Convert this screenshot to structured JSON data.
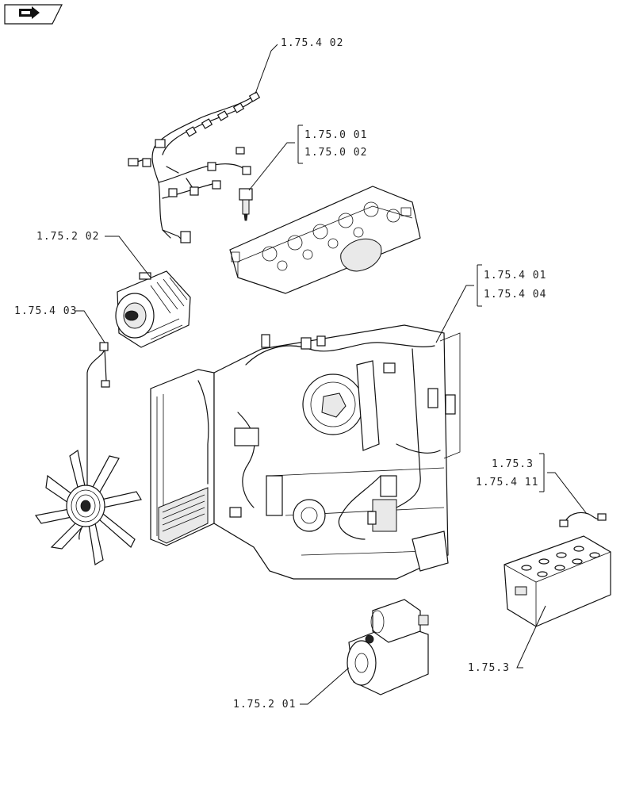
{
  "nav": {
    "icon": "next-page-icon"
  },
  "labels": {
    "harness_top": "1.75.4 02",
    "sensor_a": "1.75.0 01",
    "sensor_b": "1.75.0 02",
    "alternator": "1.75.2 02",
    "fan_cable": "1.75.4 03",
    "engine_harness_a": "1.75.4 01",
    "engine_harness_b": "1.75.4 04",
    "battery_cable_a": "1.75.3",
    "battery_cable_b": "1.75.4 11",
    "battery": "1.75.3",
    "starter": "1.75.2 01"
  }
}
